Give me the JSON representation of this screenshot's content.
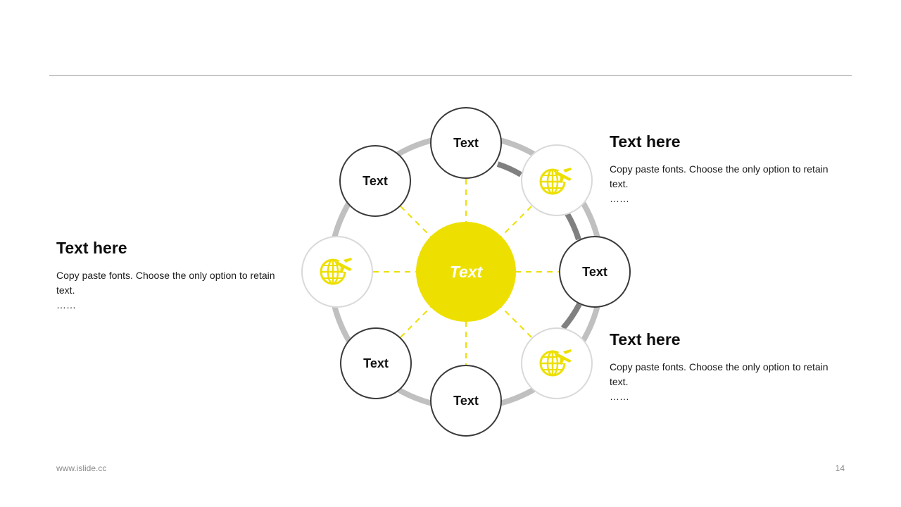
{
  "diagram": {
    "center_label": "Text",
    "node_labels": [
      "Text",
      "Text",
      "Text",
      "Text",
      "Text"
    ]
  },
  "blocks": [
    {
      "title": "Text here",
      "body": "Copy paste fonts. Choose the only option to retain text.",
      "ellipsis": "……"
    },
    {
      "title": "Text here",
      "body": "Copy paste fonts. Choose the only option to retain text.",
      "ellipsis": "……"
    },
    {
      "title": "Text here",
      "body": "Copy paste fonts. Choose the only option to retain text.",
      "ellipsis": "……"
    }
  ],
  "footer": {
    "website": "www.islide.cc",
    "page_number": "14"
  },
  "icons": [
    "globe-airplane-icon",
    "globe-airplane-icon",
    "globe-airplane-icon"
  ],
  "colors": {
    "accent": "#ede000",
    "ring": "#c0c0c0",
    "ring_dark": "#808080",
    "node_border": "#3a3a3a",
    "icon_node_border": "#d9d9d9"
  }
}
